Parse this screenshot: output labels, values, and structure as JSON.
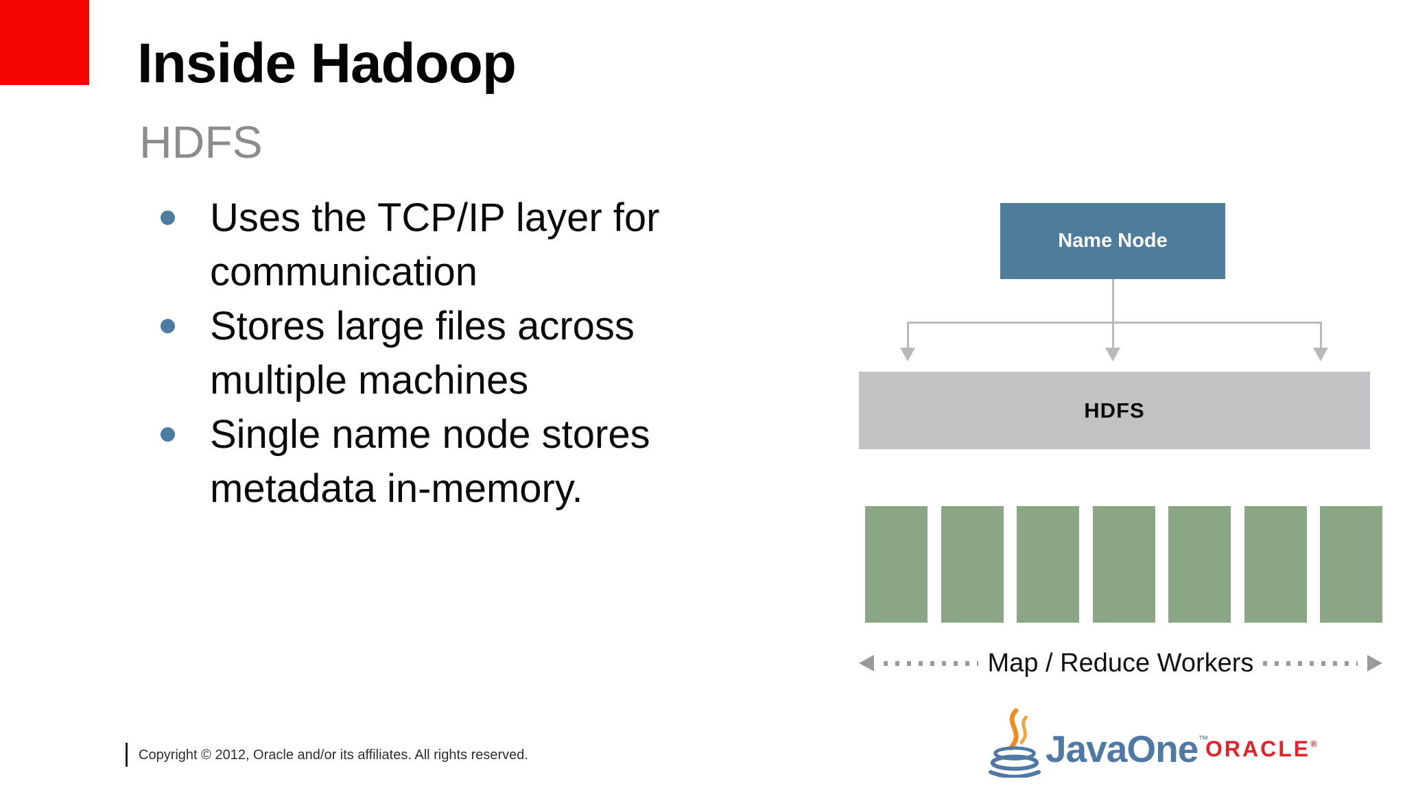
{
  "slide": {
    "title": "Inside Hadoop",
    "subtitle": "HDFS",
    "bullets": [
      "Uses the TCP/IP layer for\ncommunication",
      "Stores large files across\nmultiple machines",
      "Single name node stores\nmetadata in-memory."
    ]
  },
  "diagram": {
    "name_node_label": "Name Node",
    "hdfs_label": "HDFS",
    "workers_label": "Map / Reduce Workers",
    "worker_block_count": 7,
    "colors": {
      "name_node": "#4e7d9c",
      "hdfs_bar": "#c2c1c3",
      "worker_block": "#8ba684",
      "connector": "#b9b9b9",
      "bullet_dot": "#4d7ca3",
      "dots": "#9a9a9a"
    }
  },
  "footer": {
    "copyright": "Copyright © 2012, Oracle and/or its affiliates. All rights reserved.",
    "javaone_logo_text": "JavaOne",
    "javaone_tm": "™",
    "oracle_logo_text": "ORACLE",
    "oracle_reg": "®",
    "logo_colors": {
      "javaone_blue": "#4e79a6",
      "oracle_red": "#e42328",
      "steam_orange": "#ef8c1c"
    }
  },
  "accent": {
    "red_square": "#f50400"
  }
}
